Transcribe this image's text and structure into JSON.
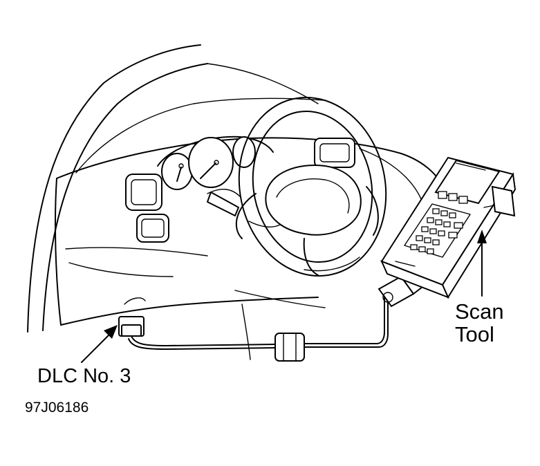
{
  "labels": {
    "scan_tool_line1": "Scan",
    "scan_tool_line2": "Tool",
    "dlc": "DLC No. 3",
    "figure_id": "97J06186"
  },
  "colors": {
    "line": "#000000",
    "background": "#ffffff"
  }
}
